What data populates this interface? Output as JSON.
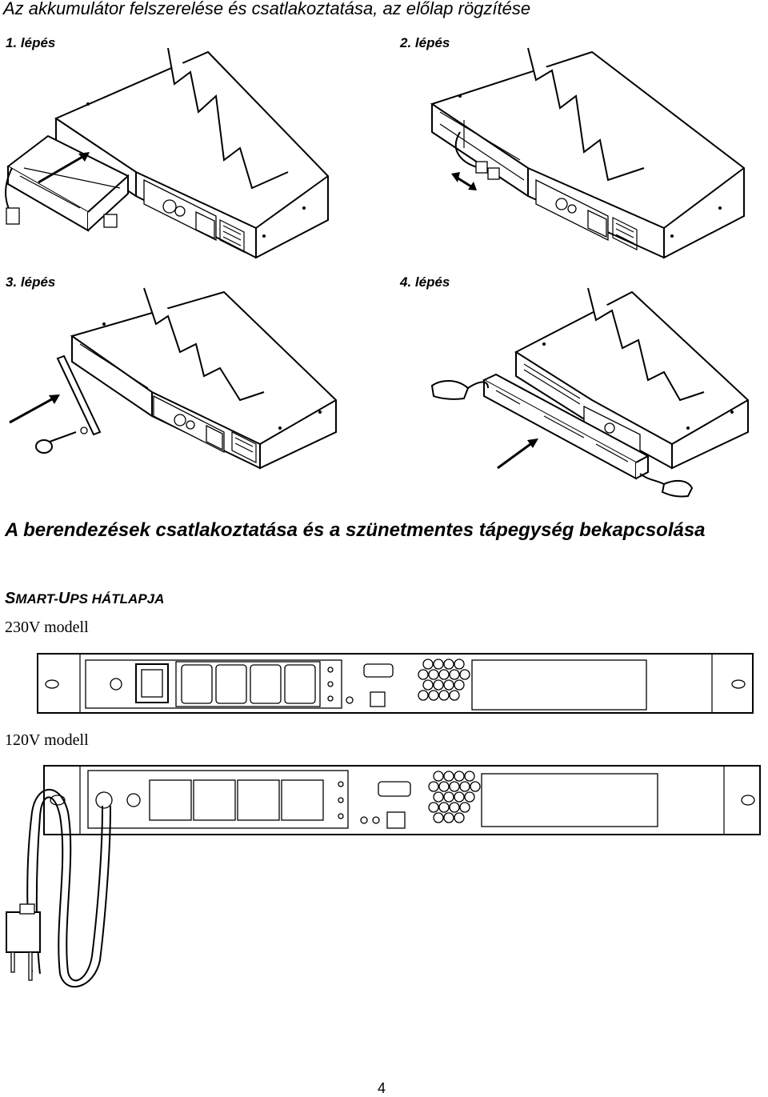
{
  "doc": {
    "title": "Az akkumulátor felszerelése és csatlakoztatása, az előlap rögzítése",
    "steps": [
      "1. lépés",
      "2. lépés",
      "3. lépés",
      "4. lépés"
    ],
    "section_title": "A berendezések csatlakoztatása és a szünetmentes tápegység bekapcsolása",
    "rear_panel_heading": {
      "cap1": "S",
      "rest1": "MART-",
      "rest2": "UPS HÁTLAPJA"
    },
    "model_230": "230V modell",
    "model_120": "120V modell",
    "page_number": "4"
  }
}
